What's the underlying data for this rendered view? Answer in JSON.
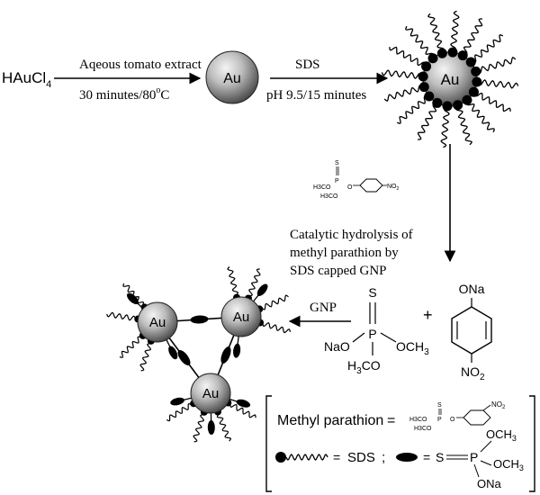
{
  "reactant": {
    "main": "HAuCl",
    "sub": "4"
  },
  "step1": {
    "above": "Aqeous tomato extract",
    "below": "30 minutes/80",
    "deg": "o",
    "unit": "C"
  },
  "au_label": "Au",
  "step2": {
    "above": "SDS",
    "below": "pH 9.5/15 minutes"
  },
  "structure_labels": {
    "s": "S",
    "p": "P",
    "o": "O",
    "no2": "NO",
    "no2_sub": "2",
    "h3co": "H",
    "h3co_sub": "3",
    "h3co_tail": "CO",
    "ch3o": "H3CO",
    "ona": "ONa",
    "nao": "NaO",
    "och3": "OCH",
    "och3_sub": "3",
    "plus": "+"
  },
  "caption": [
    "Catalytic hydrolysis of",
    "methyl parathion by",
    "SDS capped GNP"
  ],
  "step3": {
    "above": "GNP"
  },
  "legend": {
    "methyl_parathion": "Methyl parathion",
    "equals": "=",
    "sds": "SDS",
    "semicolon": ";"
  }
}
